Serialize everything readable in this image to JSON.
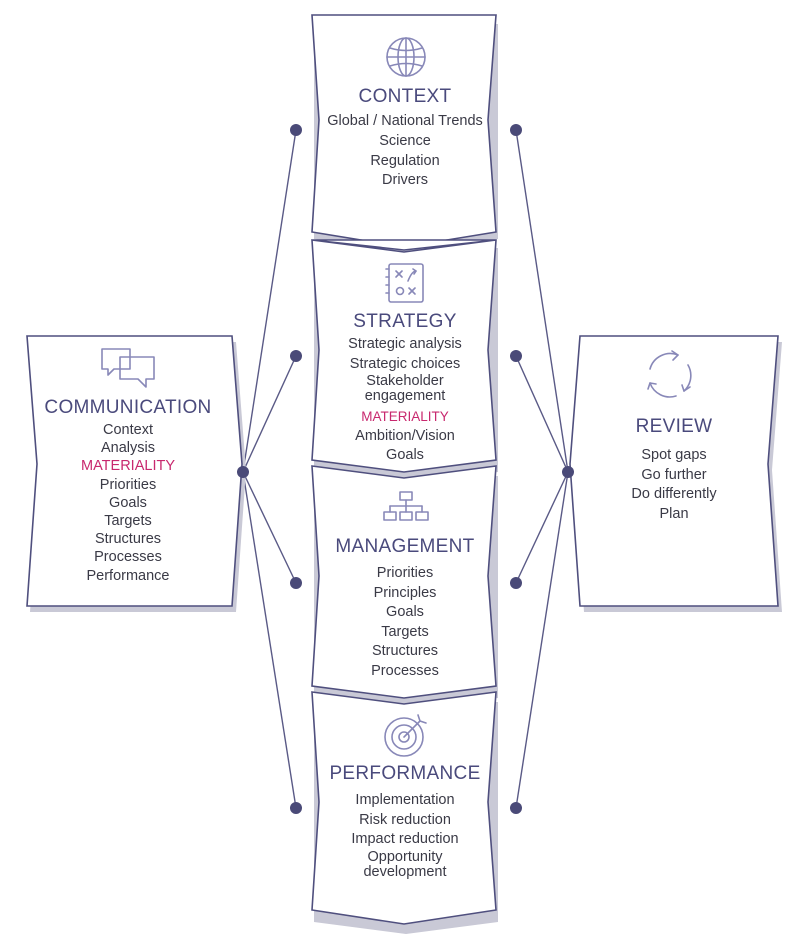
{
  "context": {
    "title": "CONTEXT",
    "icon": "globe-icon",
    "items": [
      "Global / National Trends",
      "Science",
      "Regulation",
      "Drivers"
    ]
  },
  "strategy": {
    "title": "STRATEGY",
    "icon": "strategy-board-icon",
    "items": [
      "Strategic analysis",
      "Strategic choices",
      "Stakeholder engagement",
      "MATERIALITY",
      "Ambition/Vision",
      "Goals"
    ]
  },
  "management": {
    "title": "MANAGEMENT",
    "icon": "org-chart-icon",
    "items": [
      "Priorities",
      "Principles",
      "Goals",
      "Targets",
      "Structures",
      "Processes"
    ]
  },
  "performance": {
    "title": "PERFORMANCE",
    "icon": "target-icon",
    "items": [
      "Implementation",
      "Risk reduction",
      "Impact reduction",
      "Opportunity development"
    ]
  },
  "communication": {
    "title": "COMMUNICATION",
    "icon": "speech-bubbles-icon",
    "items": [
      "Context",
      "Analysis",
      "MATERIALITY",
      "Priorities",
      "Goals",
      "Targets",
      "Structures",
      "Processes",
      "Performance"
    ]
  },
  "review": {
    "title": "REVIEW",
    "icon": "cycle-arrows-icon",
    "items": [
      "Spot gaps",
      "Go further",
      "Do differently",
      "Plan"
    ]
  },
  "colors": {
    "outline": "#4f4f7e",
    "title": "#4a4a7c",
    "highlight": "#c8286e",
    "icon": "#8888b8"
  }
}
